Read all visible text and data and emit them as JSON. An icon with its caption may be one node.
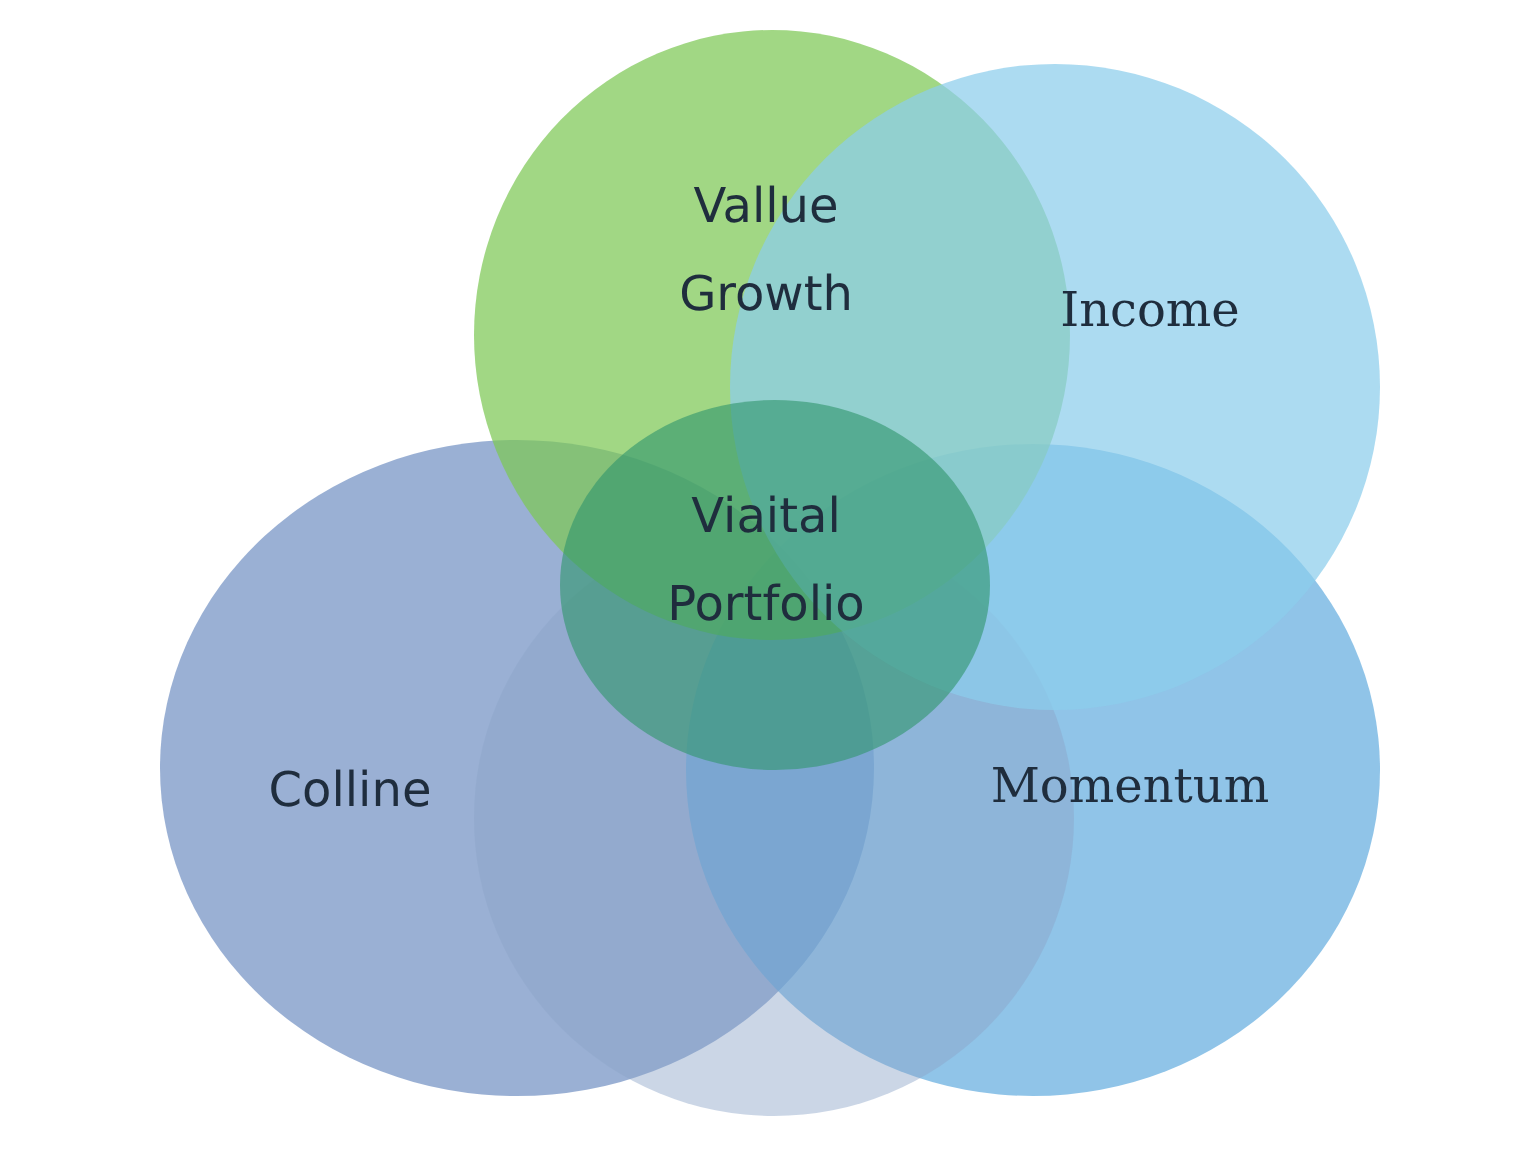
{
  "diagram": {
    "nodes": [
      {
        "text": [
          "Vallue Growth"
        ]
      },
      {
        "text": [
          "Income"
        ]
      },
      {
        "text": [
          "Viaital Portfolio"
        ]
      },
      {
        "text": [
          "Colline"
        ]
      },
      {
        "text": [],
        "shape": "circle"
      },
      {
        "text": [
          "Momentum"
        ]
      }
    ]
  }
}
